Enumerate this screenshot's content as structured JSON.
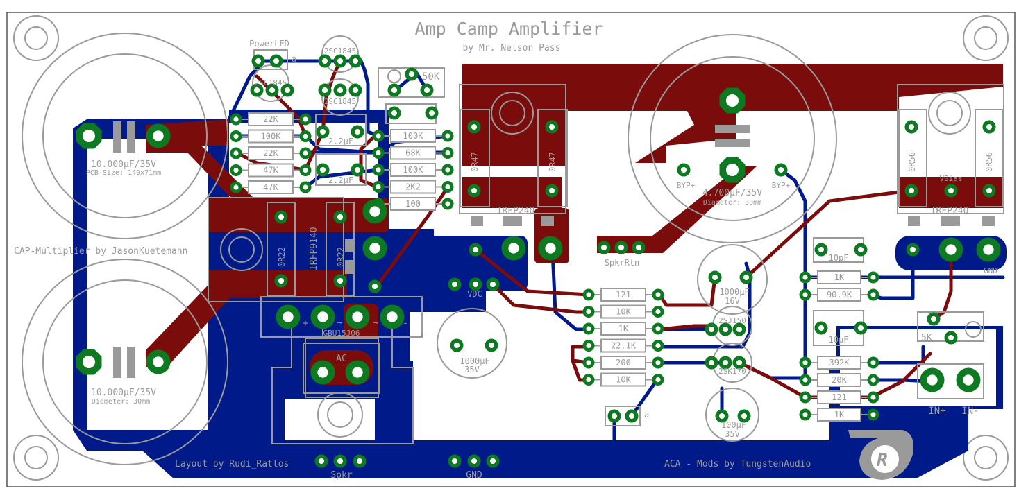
{
  "title": {
    "main": "Amp Camp Amplifier",
    "sub": "by Mr. Nelson Pass"
  },
  "credits": {
    "cap_multiplier": "CAP-Multiplier by JasonKuetemann",
    "layout": "Layout by  Rudi_Ratlos",
    "mods": "ACA - Mods by TungstenAudio"
  },
  "caps": {
    "big_top_value": "10.000µF/35V",
    "pcb_size": "PCB-Size: 149x71mm",
    "big_bottom_value": "10.000µF/35V",
    "big_bottom_diameter": "Diameter: 30mm",
    "main_value": "4.700µF/35V",
    "main_diameter": "Diameter: 30mm",
    "c1000_16_a": "1000µF",
    "c1000_16_b": "16V",
    "c1000_35_a": "1000µF",
    "c1000_35_b": "35V",
    "c100_35_a": "100µF",
    "c100_35_b": "35V",
    "c2u2_a": "2.2µF",
    "c2u2_b": "2.2µF",
    "c10p": "10pF",
    "c10u": "10µF"
  },
  "parts": {
    "power_led": "PowerLED",
    "led_a": "a",
    "q_top": "2SC1845",
    "q_left": "2SC1845",
    "q_mid": "2SC1845",
    "trim_50k": "50K",
    "trim_5k": "5K",
    "mosfet_left": "IRFP240",
    "mosfet_right": "IRFP240",
    "mosfet_cap": "IRFP9140",
    "bridge": "GBU15J06",
    "ac": "AC",
    "vbias": "VBias",
    "q_bottom_a": "2SK170",
    "q_bottom_b": "2SJ150",
    "a_bottom": "a",
    "rs_l1": "0R47",
    "rs_l2": "0R47",
    "rs_r1": "0R56",
    "rs_r2": "0R56",
    "rs_c1": "0R22",
    "rs_c2": "0R22"
  },
  "resistors": {
    "left_col": [
      "22K",
      "100K",
      "22K",
      "47K",
      "47K"
    ],
    "mid_col": [
      "100K",
      "68K",
      "100K",
      "2K2",
      "100"
    ],
    "center_col": [
      "121",
      "10K",
      "1K",
      "22.1K",
      "200",
      "10K"
    ],
    "right_upper": [
      "1K",
      "90.9K"
    ],
    "right_lower": [
      "392K",
      "20K",
      "121",
      "1K"
    ]
  },
  "connectors": {
    "byp_l": "BYP+",
    "byp_r": "BYP+",
    "spkr_rtn": "SpkrRtn",
    "vdc": "VDC",
    "gnd_right": "GND",
    "spkr": "Spkr",
    "gnd_bottom": "GND",
    "in_plus": "IN+",
    "in_minus": "IN-",
    "plus": "+",
    "minus": "-",
    "tilde": "~"
  },
  "colors": {
    "background": "#ffffff",
    "bottom_copper": "#001a8a",
    "top_copper": "#7a0c0c",
    "pad": "#0d7a22",
    "silkscreen": "#9a9a9a",
    "board_outline": "#555555"
  }
}
